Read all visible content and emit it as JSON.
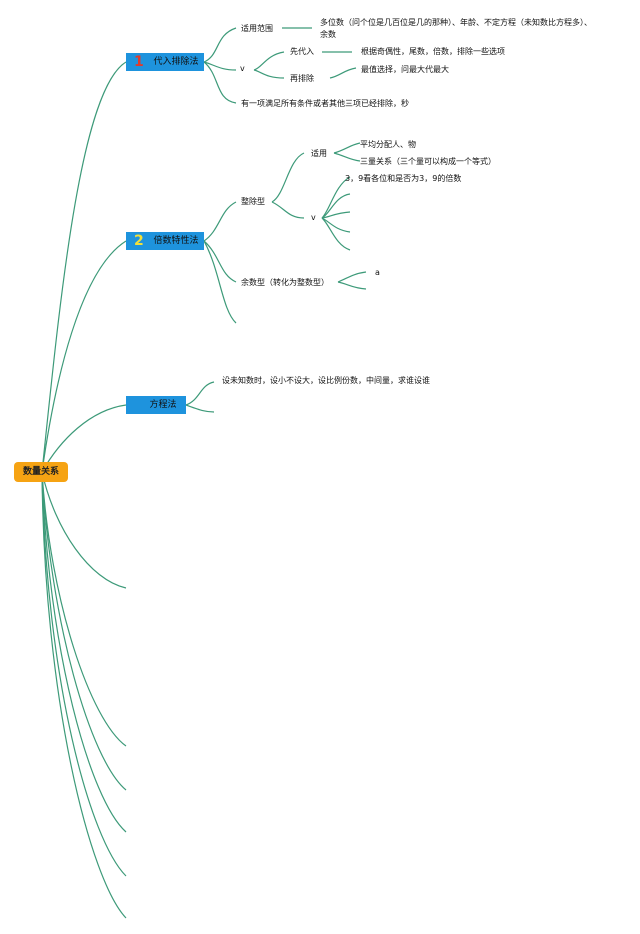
{
  "root": {
    "label": "数量关系"
  },
  "branches": {
    "b1": {
      "number": "1",
      "label": "代入排除法",
      "scope_label": "适用范围",
      "scope_text_1": "多位数（问个位是几百位是几的那种）、年龄、不定方程（未知数比方程多）、",
      "scope_text_2": "余数",
      "v_label": "v",
      "first_sub_label": "先代入",
      "first_sub_text": "根据奇偶性，尾数，倍数，排除一些选项",
      "second_sub_label": "再排除",
      "second_sub_text": "最值选择，问最大代最大",
      "conclusion": "有一项满足所有条件或者其他三项已经排除，秒"
    },
    "b2": {
      "number": "2",
      "label": "倍数特性法",
      "divisible_label": "整除型",
      "apply_label": "适用",
      "apply_item_1": "平均分配人、物",
      "apply_item_2": "三量关系（三个量可以构成一个等式）",
      "v_label": "v",
      "v_item_1": "3，9看各位和是否为3，9的倍数",
      "remainder_label": "余数型（转化为整数型）",
      "remainder_item": "a"
    },
    "b3": {
      "label": "方程法",
      "text": "设未知数时，设小不设大，设比例份数，中间量，求谁设谁"
    }
  },
  "colors": {
    "line": "#3d9a79",
    "branch": "#1e93dd",
    "root": "#f6a313",
    "num1": "#e23a2a",
    "num2": "#f2e03a"
  }
}
